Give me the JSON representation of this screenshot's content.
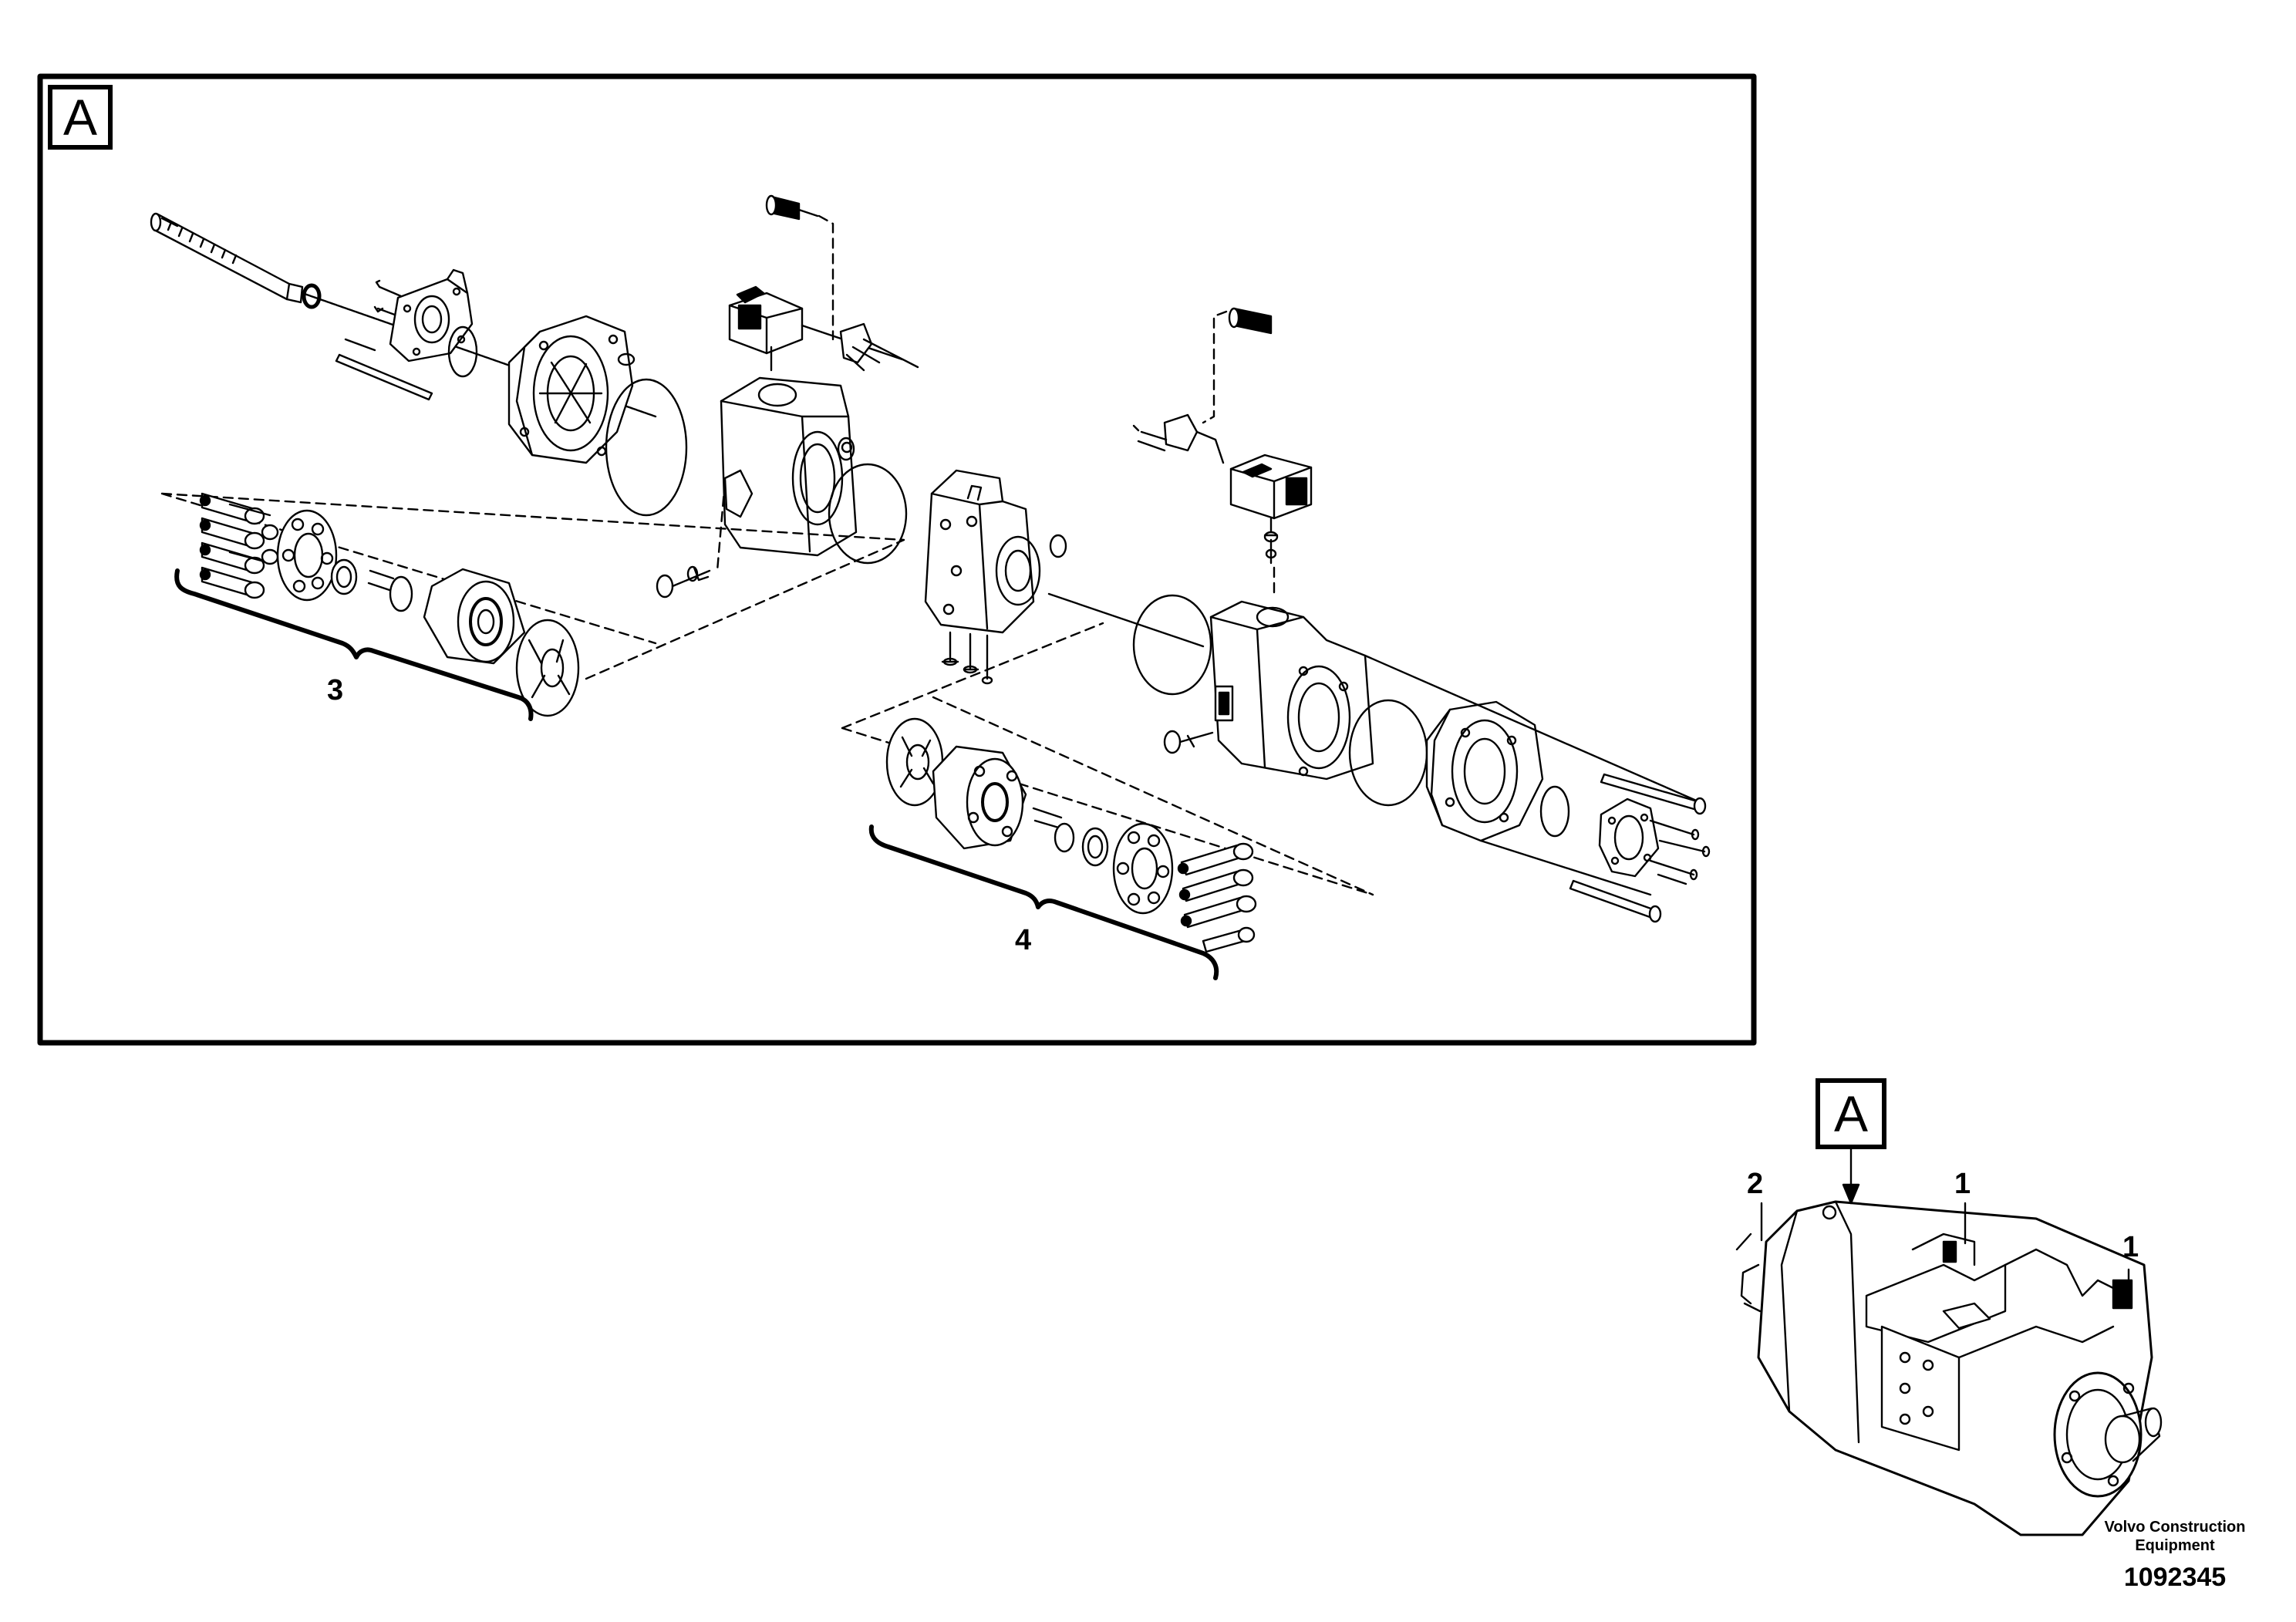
{
  "detail_view": {
    "tag": "A"
  },
  "overview_view": {
    "tag": "A"
  },
  "callouts": {
    "group_3": "3",
    "group_4": "4",
    "item_1_top": "1",
    "item_1_right": "1",
    "item_2": "2"
  },
  "footer": {
    "maker_line1": "Volvo Construction",
    "maker_line2": "Equipment",
    "figure_number": "1092345"
  }
}
